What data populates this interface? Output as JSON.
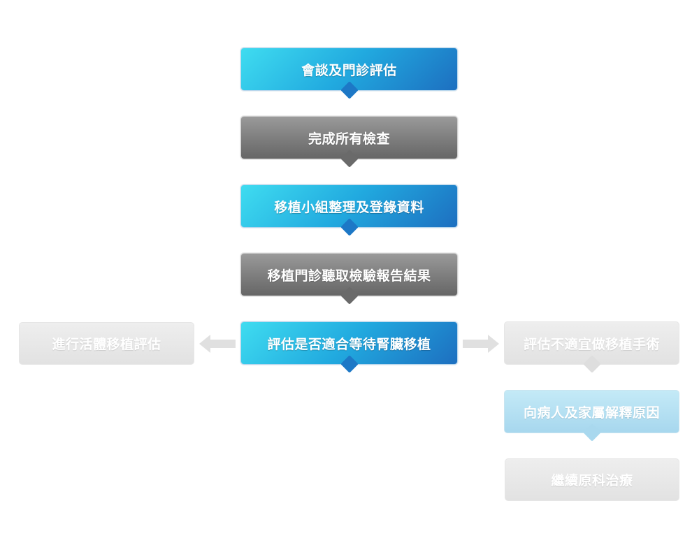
{
  "flow": {
    "main": [
      {
        "label": "會談及門診評估",
        "style": "blue"
      },
      {
        "label": "完成所有檢查",
        "style": "gray"
      },
      {
        "label": "移植小組整理及登錄資料",
        "style": "blue"
      },
      {
        "label": "移植門診聽取檢驗報告結果",
        "style": "gray"
      },
      {
        "label": "評估是否適合等待腎臟移植",
        "style": "blue"
      }
    ],
    "left_option": {
      "label": "進行活體移植評估"
    },
    "right_branch": [
      {
        "label": "評估不適宜做移植手術"
      },
      {
        "label": "向病人及家屬解釋原因"
      },
      {
        "label": "繼續原科治療"
      }
    ]
  },
  "colors": {
    "blue_start": "#3fdcf0",
    "blue_end": "#1d6fc0",
    "gray_start": "#9a9a9a",
    "gray_end": "#666666",
    "faded_gray": "#e6e6e6",
    "faded_blue": "#b5def1",
    "arrow_gray": "#e0e0e0"
  }
}
